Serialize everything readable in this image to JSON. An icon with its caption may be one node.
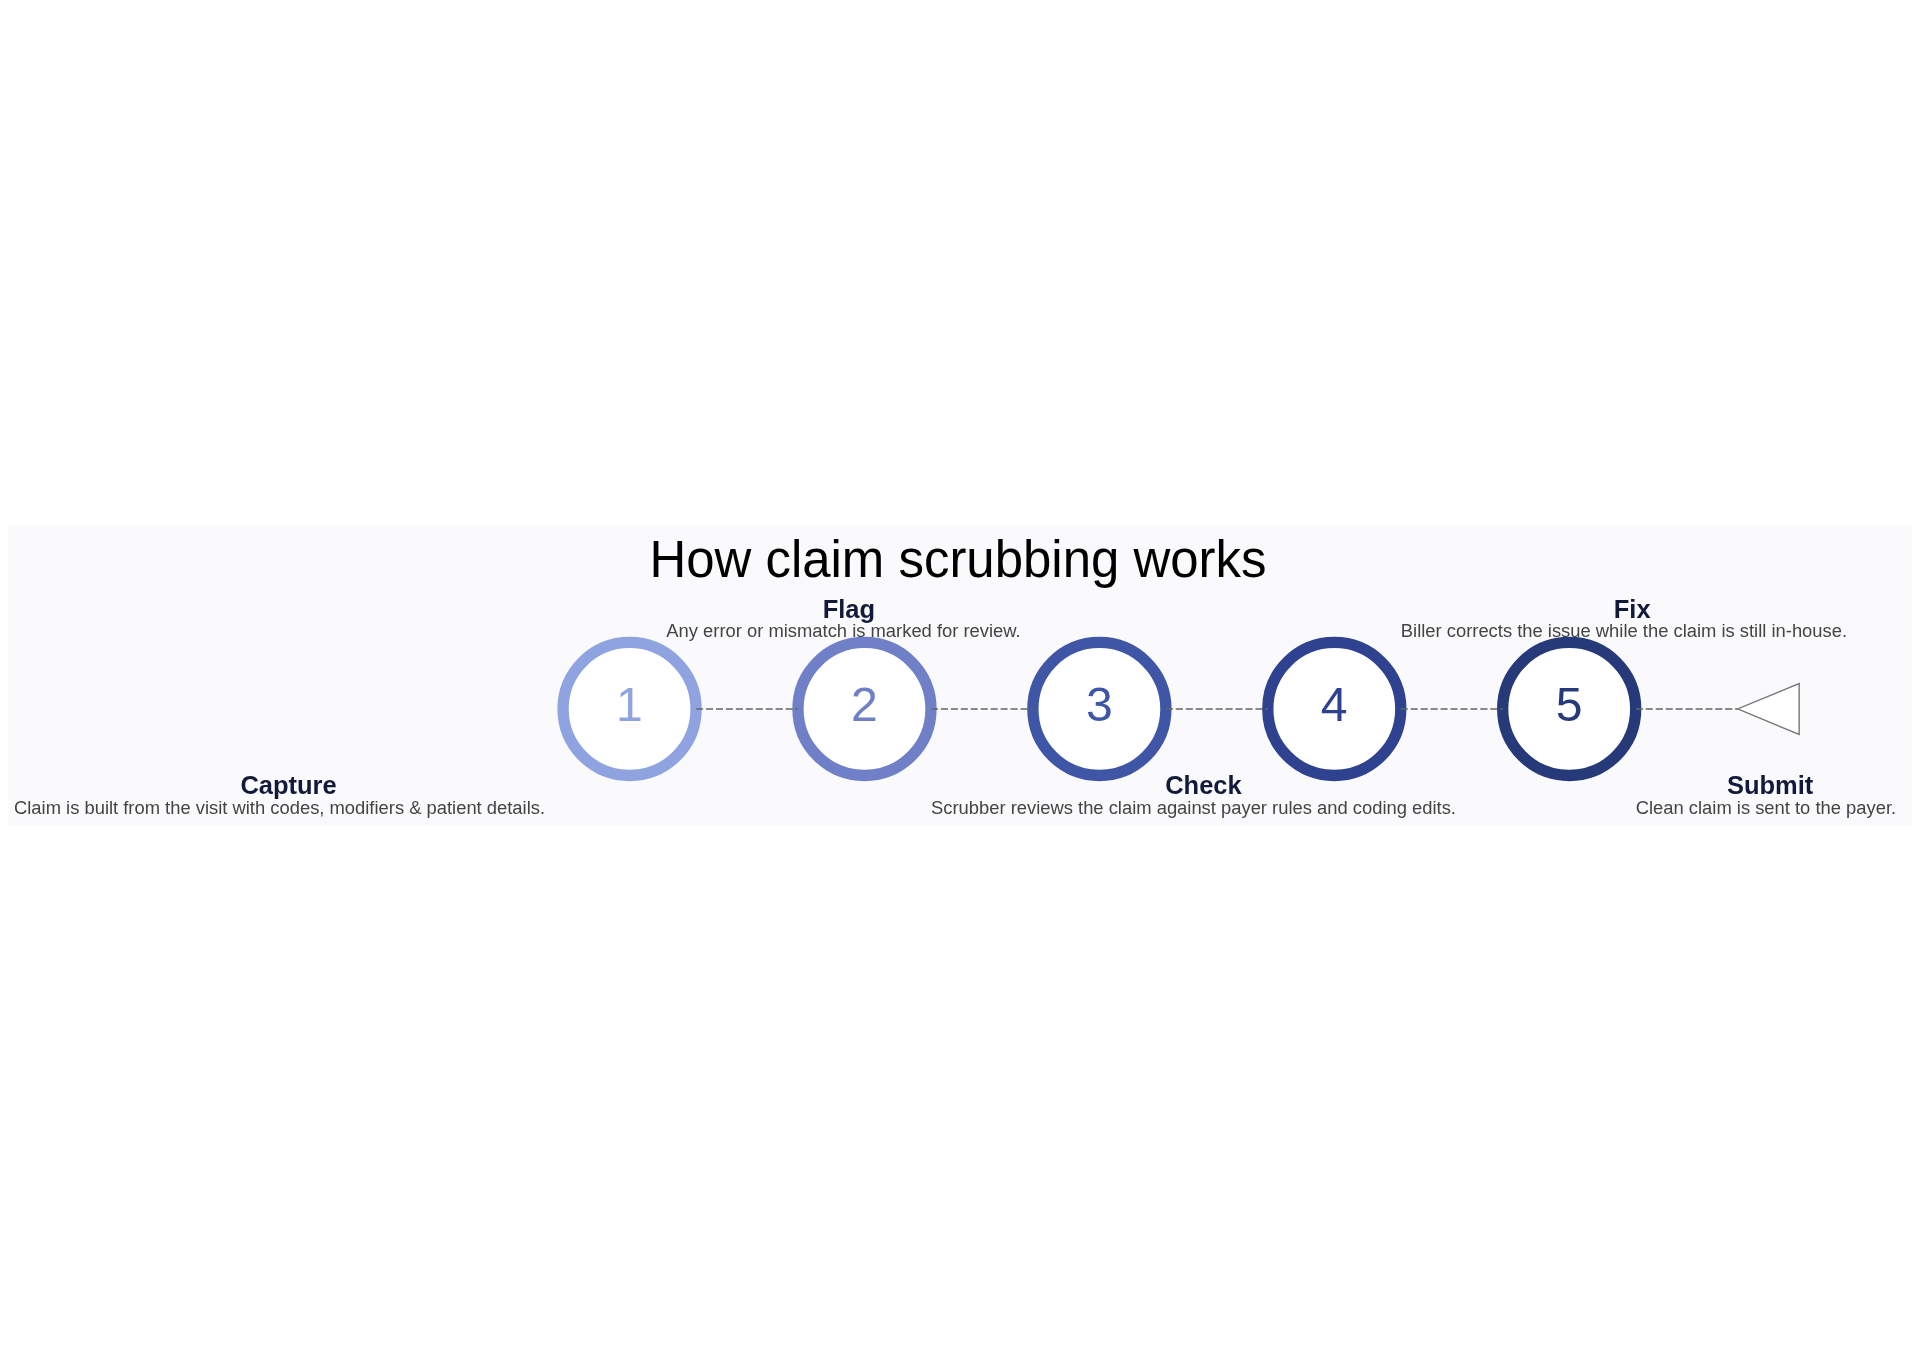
{
  "diagram": {
    "title": "How claim scrubbing works",
    "nodes": [
      {
        "text": [
          "1"
        ],
        "beside": [
          "Capture",
          "Claim is built from the visit with codes, modifiers & patient details."
        ]
      },
      {
        "text": [
          "2"
        ],
        "beside": [
          "Check",
          "Scrubber reviews the claim against payer rules and coding edits."
        ]
      },
      {
        "text": [
          "3"
        ],
        "beside": [
          "Flag",
          "Any error or mismatch is marked for review."
        ]
      },
      {
        "text": [
          "4"
        ],
        "beside": [
          "Fix",
          "Biller corrects the issue while the claim is still in-house."
        ]
      },
      {
        "text": [
          "5"
        ],
        "beside": [
          "Submit",
          "Clean claim is sent to the payer."
        ]
      },
      {
        "text": [],
        "shape": "picture"
      }
    ],
    "edges": [
      {
        "from": 0,
        "to": 1,
        "arrow": "none",
        "style": "dashed"
      },
      {
        "from": 1,
        "to": 2,
        "arrow": "none",
        "style": "dashed"
      },
      {
        "from": 2,
        "to": 3,
        "arrow": "none",
        "style": "dashed"
      },
      {
        "from": 3,
        "to": 4,
        "arrow": "none",
        "style": "dashed"
      },
      {
        "from": 4,
        "to": 5,
        "arrow": "none",
        "style": "dashed"
      }
    ]
  }
}
